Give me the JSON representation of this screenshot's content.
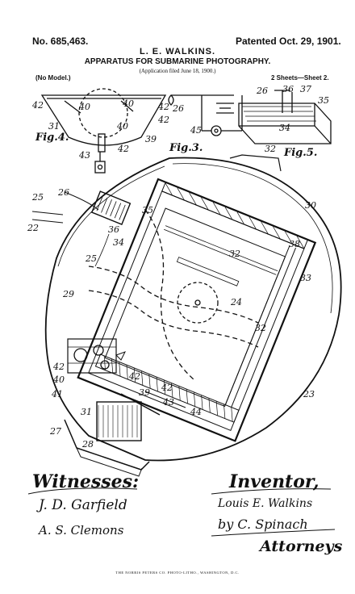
{
  "header": {
    "patent_number": "No. 685,463.",
    "patent_date": "Patented Oct. 29, 1901.",
    "inventor": "L. E. WALKINS.",
    "title": "APPARATUS FOR SUBMARINE PHOTOGRAPHY.",
    "application": "(Application filed June 18, 1900.)",
    "model": "(No Model.)",
    "sheets": "2 Sheets—Sheet 2."
  },
  "figures": {
    "fig3": "Fig.3.",
    "fig4": "Fig.4.",
    "fig5": "Fig.5."
  },
  "refs": {
    "fig4": [
      "42",
      "40",
      "40",
      "31",
      "40",
      "42",
      "39",
      "43",
      "42",
      "42"
    ],
    "fig3": [
      "26",
      "45"
    ],
    "fig5": [
      "26",
      "36",
      "37",
      "35",
      "34",
      "32"
    ],
    "main": [
      "25",
      "26",
      "22",
      "35",
      "30",
      "36",
      "34",
      "38",
      "32",
      "25",
      "33",
      "29",
      "24",
      "32",
      "42",
      "40",
      "41",
      "42",
      "39",
      "42",
      "43",
      "44",
      "31",
      "27",
      "28",
      "23"
    ]
  },
  "signatures": {
    "witnesses_label": "Witnesses:",
    "witness1": "J. D. Garfield",
    "witness2": "A. S. Clemons",
    "inventor_label": "Inventor,",
    "inventor_signature": "Louis E. Walkins",
    "by_agent": "by C. Spinach",
    "attorneys_label": "Attorneys"
  },
  "footer": "THE NORRIS PETERS CO. PHOTO-LITHO., WASHINGTON, D.C."
}
